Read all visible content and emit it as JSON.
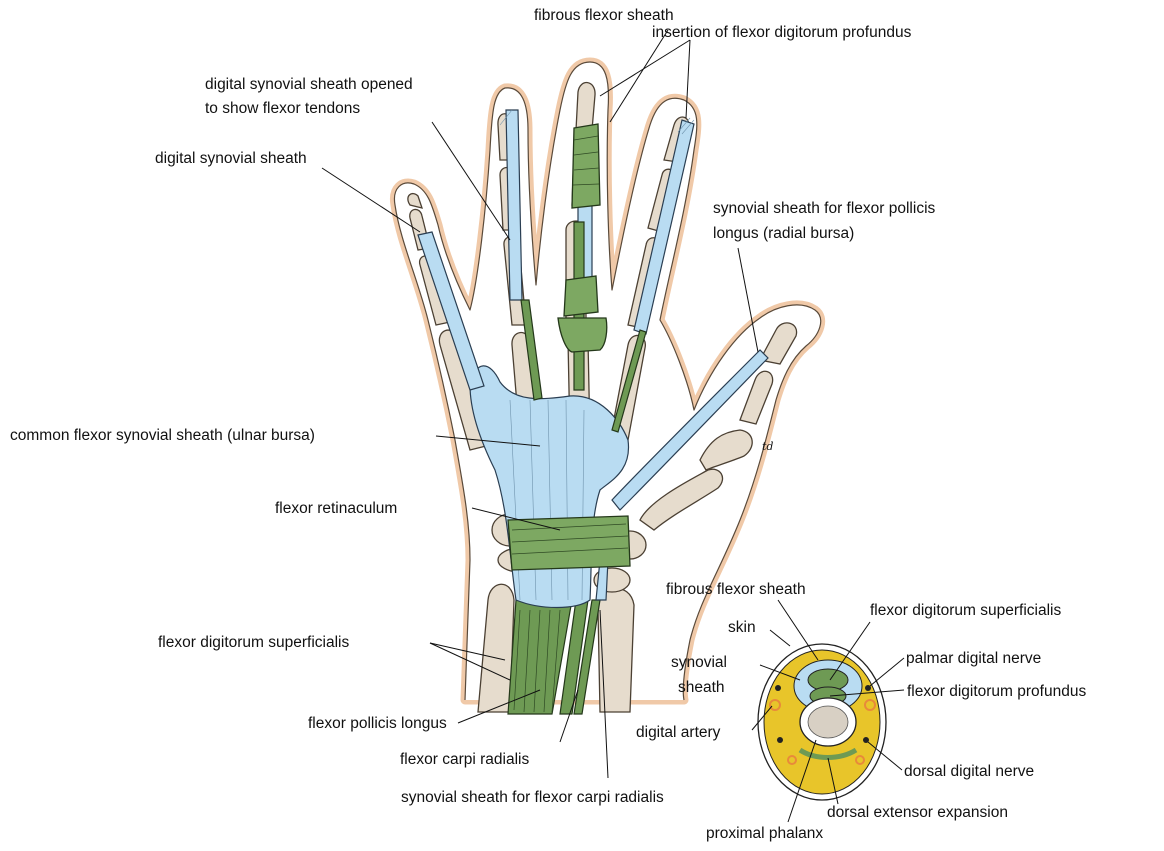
{
  "figure": {
    "hand_labels": {
      "fibrous_flexor_sheath": "fibrous flexor sheath",
      "insertion_fdp": "insertion of flexor digitorum profundus",
      "digital_sheath_opened_line1": "digital synovial sheath opened",
      "digital_sheath_opened_line2": "to show flexor tendons",
      "digital_synovial_sheath": "digital synovial sheath",
      "radial_bursa_line1": "synovial sheath for flexor pollicis",
      "radial_bursa_line2": "longus (radial bursa)",
      "ulnar_bursa": "common flexor synovial sheath (ulnar bursa)",
      "flexor_retinaculum": "flexor retinaculum",
      "fds": "flexor digitorum superficialis",
      "fpl": "flexor pollicis longus",
      "fcr": "flexor carpi radialis",
      "fcr_sheath": "synovial sheath for flexor carpi radialis"
    },
    "section_labels": {
      "fibrous_flexor_sheath": "fibrous flexor sheath",
      "fds": "flexor digitorum superficialis",
      "skin": "skin",
      "palmar_digital_nerve": "palmar digital nerve",
      "synovial_line1": "synovial",
      "synovial_line2": "sheath",
      "fdp": "flexor digitorum profundus",
      "digital_artery": "digital artery",
      "dorsal_digital_nerve": "dorsal digital nerve",
      "dorsal_extensor_expansion": "dorsal extensor expansion",
      "proximal_phalanx": "proximal phalanx"
    },
    "signature": "td",
    "colors": {
      "skin_outline": "#f0c9a8",
      "bone": "#e6dccd",
      "synovial_sheath_blue": "#b9dcf2",
      "tendon_green": "#6e9a54",
      "fat_yellow": "#e8c52a",
      "artery_orange": "#e88a3a"
    }
  }
}
